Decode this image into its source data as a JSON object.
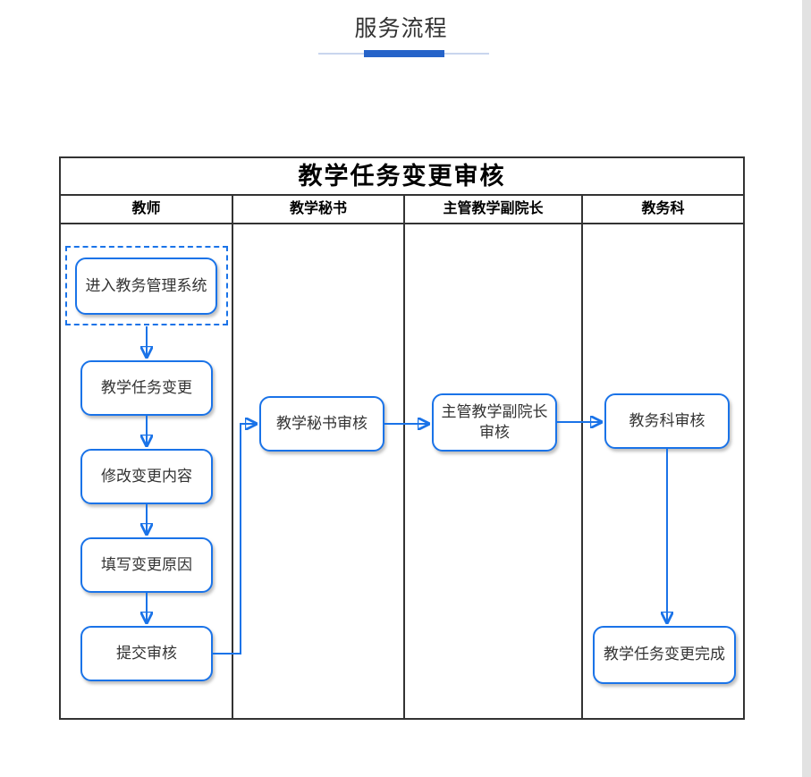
{
  "page": {
    "title": "服务流程"
  },
  "diagram": {
    "title": "教学任务变更审核",
    "lanes": [
      {
        "label": "教师"
      },
      {
        "label": "教学秘书"
      },
      {
        "label": "主管教学副院长"
      },
      {
        "label": "教务科"
      }
    ],
    "nodes": [
      {
        "id": "enter-system",
        "label": "进入教务管理系统",
        "style": "start-dashed-outline"
      },
      {
        "id": "task-change",
        "label": "教学任务变更"
      },
      {
        "id": "modify-content",
        "label": "修改变更内容"
      },
      {
        "id": "fill-reason",
        "label": "填写变更原因"
      },
      {
        "id": "submit-review",
        "label": "提交审核"
      },
      {
        "id": "secretary-review",
        "label": "教学秘书审核"
      },
      {
        "id": "vice-dean-review",
        "label": "主管教学副院长审核"
      },
      {
        "id": "academic-office-review",
        "label": "教务科审核"
      },
      {
        "id": "change-complete",
        "label": "教学任务变更完成"
      }
    ],
    "flow": [
      "enter-system → task-change",
      "task-change → modify-content",
      "modify-content → fill-reason",
      "fill-reason → submit-review",
      "submit-review → secretary-review",
      "secretary-review → vice-dean-review",
      "vice-dean-review → academic-office-review",
      "academic-office-review → change-complete"
    ],
    "colors": {
      "node_border": "#1a73e8",
      "arrow": "#1a73e8",
      "accent_bar": "#2563c9",
      "accent_line": "#c9d6ee",
      "frame_border": "#333333"
    }
  }
}
